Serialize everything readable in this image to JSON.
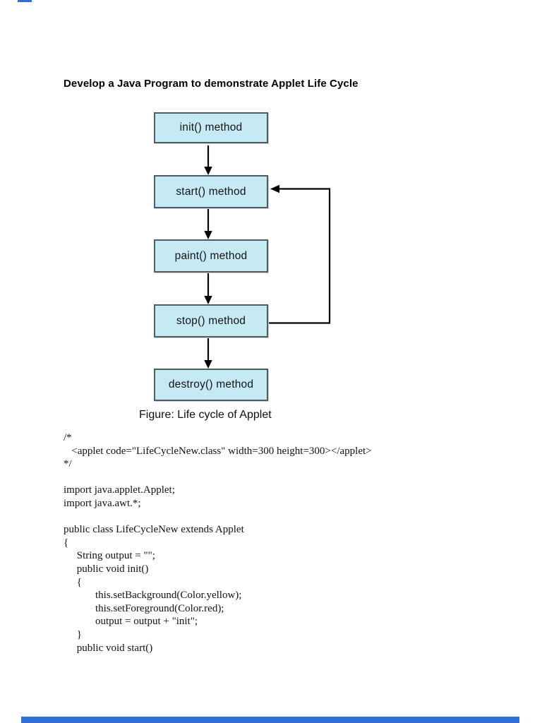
{
  "document": {
    "title": "Develop a Java Program to demonstrate Applet Life Cycle",
    "figure": {
      "caption": "Figure: Life cycle of Applet",
      "boxes": [
        {
          "label": "init() method"
        },
        {
          "label": "start() method"
        },
        {
          "label": "paint() method"
        },
        {
          "label": "stop() method"
        },
        {
          "label": "destroy() method"
        }
      ],
      "box_fill": "#c6eaf4",
      "box_border": "#4d5d63",
      "arrow_color": "#000000"
    },
    "code_lines": [
      "/*",
      "   <applet code=\"LifeCycleNew.class\" width=300 height=300></applet>",
      "*/",
      "",
      "import java.applet.Applet;",
      "import java.awt.*;",
      "",
      "public class LifeCycleNew extends Applet",
      "{",
      "     String output = \"\";",
      "     public void init()",
      "     {",
      "            this.setBackground(Color.yellow);",
      "            this.setForeground(Color.red);",
      "            output = output + \"init\";",
      "     }",
      "     public void start()"
    ]
  },
  "viewer": {
    "accent_color": "#2e6fd8"
  }
}
